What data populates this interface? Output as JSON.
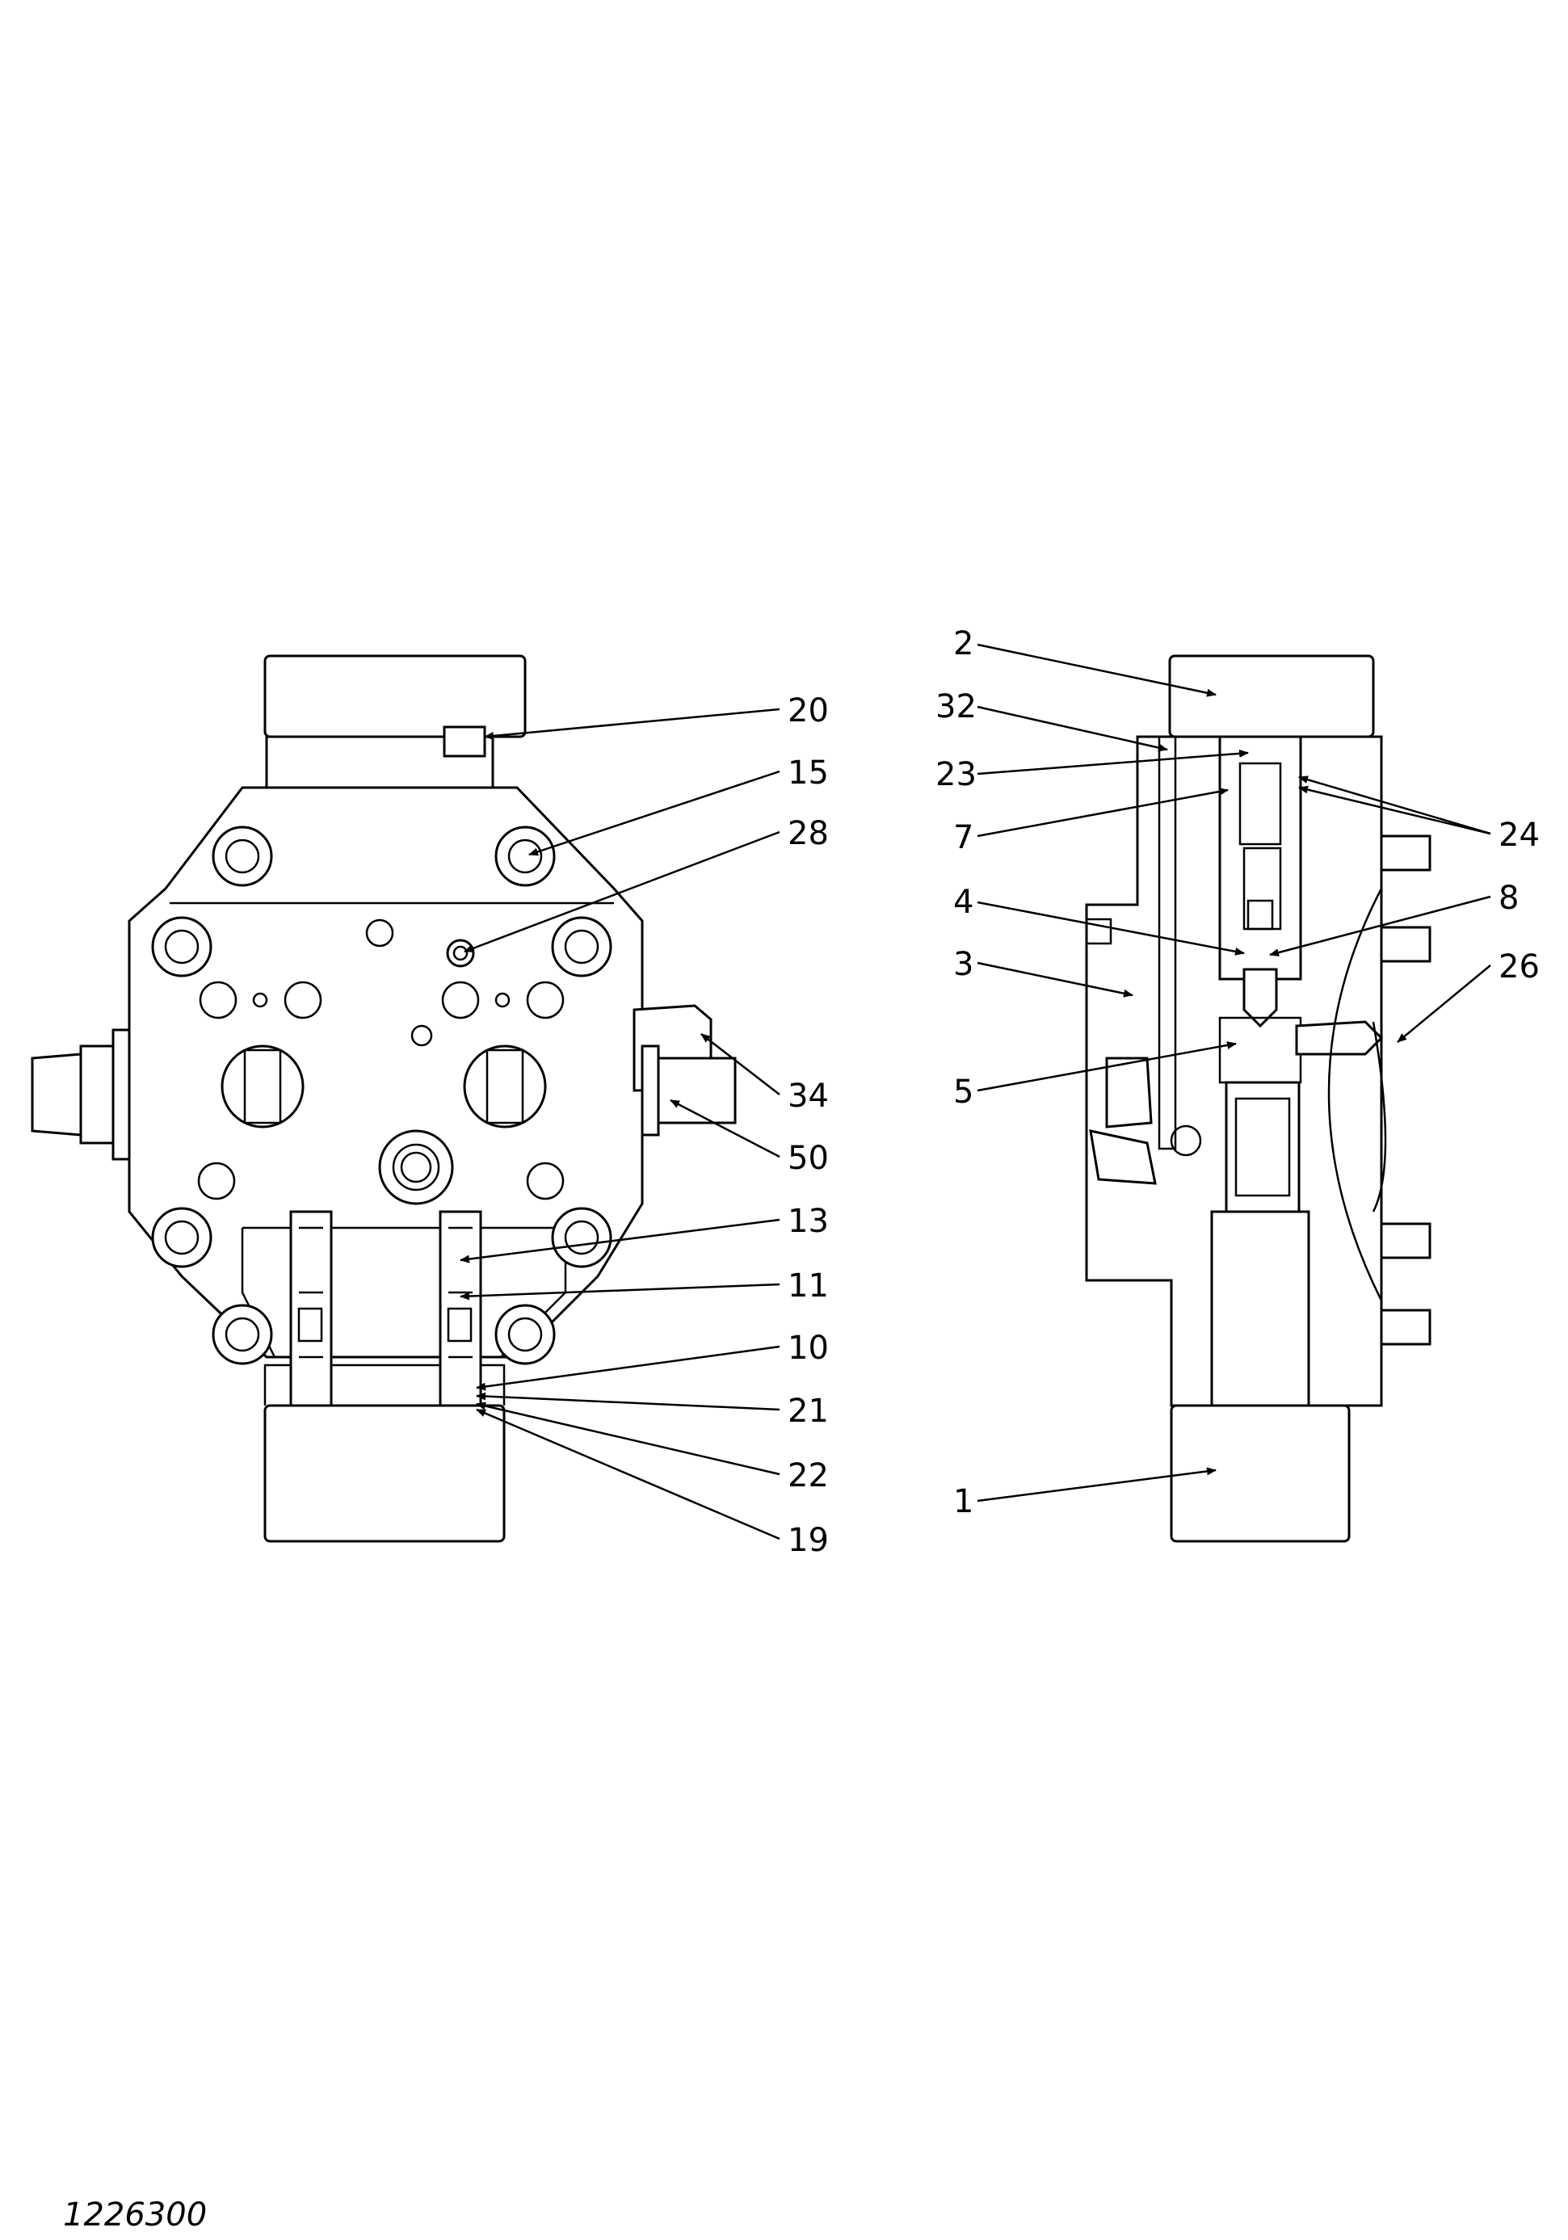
{
  "figure": {
    "reference_number": "1226300"
  },
  "left_view": {
    "callouts": [
      {
        "label": "20"
      },
      {
        "label": "15"
      },
      {
        "label": "28"
      },
      {
        "label": "34"
      },
      {
        "label": "50"
      },
      {
        "label": "13"
      },
      {
        "label": "11"
      },
      {
        "label": "10"
      },
      {
        "label": "21"
      },
      {
        "label": "22"
      },
      {
        "label": "19"
      }
    ]
  },
  "right_view": {
    "callouts": [
      {
        "label": "2"
      },
      {
        "label": "32"
      },
      {
        "label": "23"
      },
      {
        "label": "7"
      },
      {
        "label": "24"
      },
      {
        "label": "4"
      },
      {
        "label": "8"
      },
      {
        "label": "3"
      },
      {
        "label": "26"
      },
      {
        "label": "5"
      },
      {
        "label": "1"
      }
    ]
  }
}
